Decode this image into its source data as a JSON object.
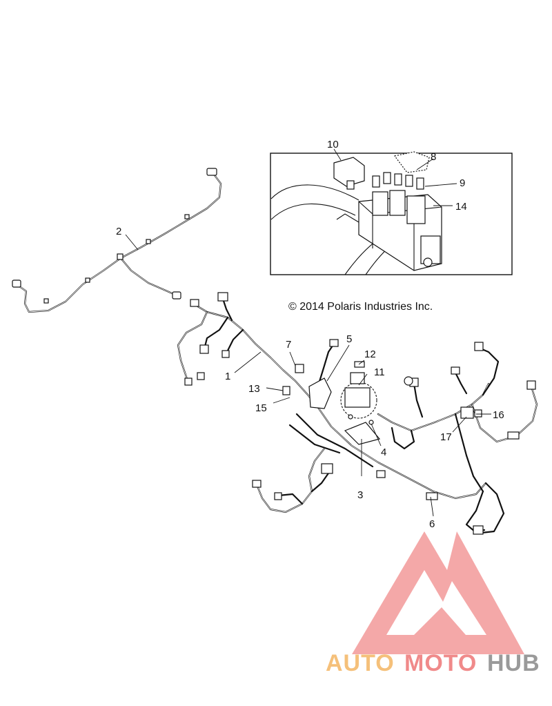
{
  "copyright": "© 2014 Polaris Industries Inc.",
  "labels": {
    "l1": "1",
    "l2": "2",
    "l3": "3",
    "l4": "4",
    "l5": "5",
    "l6": "6",
    "l7": "7",
    "l8": "8",
    "l9": "9",
    "l10": "10",
    "l11": "11",
    "l12": "12",
    "l13": "13",
    "l14": "14",
    "l15": "15",
    "l16": "16",
    "l17": "17"
  },
  "watermark": {
    "part1": "AUTO",
    "part2": "MOTO",
    "part3": "HUB"
  },
  "colors": {
    "watermark_red": "#f08a8a",
    "watermark_orange": "#f5c07a",
    "watermark_gray": "#9a9a9a",
    "line": "#111111"
  }
}
